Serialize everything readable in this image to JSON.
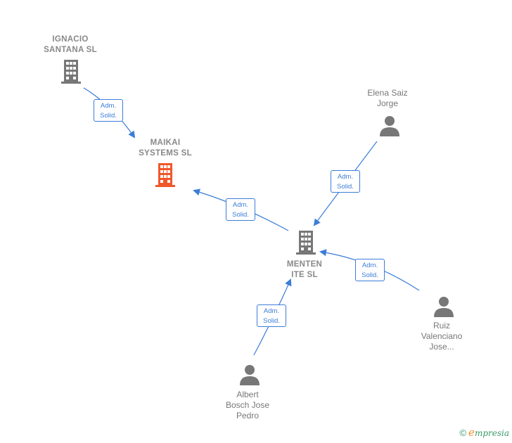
{
  "colors": {
    "edge": "#3b7dd8",
    "node_gray": "#777777",
    "focus_company": "#f0582a",
    "brand_green": "#3b9a6a",
    "brand_orange": "#f08c2a"
  },
  "nodes": {
    "ignacio": {
      "label": "IGNACIO\nSANTANA  SL",
      "type": "company",
      "icon": "building-icon"
    },
    "maikai": {
      "label": "MAIKAI\nSYSTEMS  SL",
      "type": "company-focus",
      "icon": "building-icon"
    },
    "menten": {
      "label": "MENTEN\nITE SL",
      "type": "company",
      "icon": "building-icon"
    },
    "elena": {
      "label": "Elena Saiz\nJorge",
      "type": "person",
      "icon": "person-icon"
    },
    "ruiz": {
      "label": "Ruiz\nValenciano\nJose...",
      "type": "person",
      "icon": "person-icon"
    },
    "albert": {
      "label": "Albert\nBosch Jose\nPedro",
      "type": "person",
      "icon": "person-icon"
    }
  },
  "edges": [
    {
      "from": "ignacio",
      "to": "maikai",
      "line1": "Adm.",
      "line2": "Solid."
    },
    {
      "from": "menten",
      "to": "maikai",
      "line1": "Adm.",
      "line2": "Solid."
    },
    {
      "from": "elena",
      "to": "menten",
      "line1": "Adm.",
      "line2": "Solid."
    },
    {
      "from": "ruiz",
      "to": "menten",
      "line1": "Adm.",
      "line2": "Solid."
    },
    {
      "from": "albert",
      "to": "menten",
      "line1": "Adm.",
      "line2": "Solid."
    }
  ],
  "footer": {
    "copyright": "©",
    "brand_initial": "e",
    "brand_rest": "mpresia"
  }
}
